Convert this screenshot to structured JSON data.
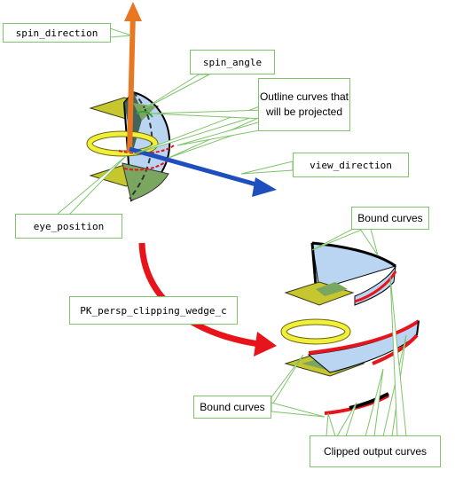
{
  "labels": {
    "spin_direction": "spin_direction",
    "spin_angle": "spin_angle",
    "outline_curves": "Outline curves that will be projected",
    "view_direction": "view_direction",
    "eye_position": "eye_position",
    "function_name": "PK_persp_clipping_wedge_c",
    "bound_curves_top": "Bound curves",
    "bound_curves_bottom": "Bound curves",
    "clipped_output_curves": "Clipped output curves"
  },
  "colors": {
    "callout_border": "#7fc36a",
    "spin_axis": "#e87722",
    "view_axis": "#1f4fbf",
    "flow_arrow": "#e8141c",
    "wedge_fill": "#b9d5f2",
    "plate_fill": "#c6c62e",
    "ring_fill": "#f2ee3c",
    "curve_red": "#e8141c",
    "curve_black": "#000000"
  }
}
